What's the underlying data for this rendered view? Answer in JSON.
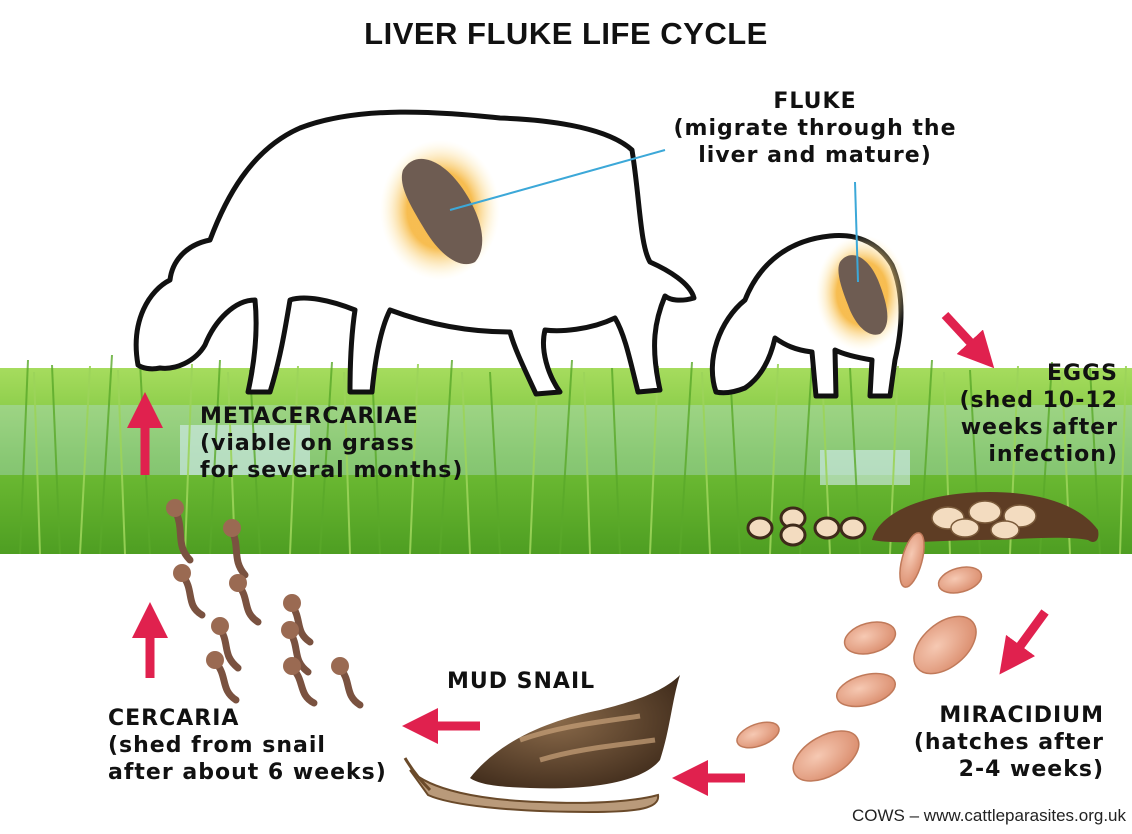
{
  "title": "LIVER FLUKE LIFE CYCLE",
  "stages": {
    "fluke": {
      "name": "FLUKE",
      "desc": [
        "(migrate through the",
        "liver and mature)"
      ]
    },
    "eggs": {
      "name": "EGGS",
      "desc": [
        "(shed 10-12",
        "weeks after",
        "infection)"
      ]
    },
    "miracidium": {
      "name": "MIRACIDIUM",
      "desc": [
        "(hatches after",
        "2-4 weeks)"
      ]
    },
    "mud_snail": {
      "name": "MUD SNAIL"
    },
    "cercaria": {
      "name": "CERCARIA",
      "desc": [
        "(shed from snail",
        "after about 6 weeks)"
      ]
    },
    "metacercariae": {
      "name": "METACERCARIAE",
      "desc": [
        "(viable on grass",
        "for several months)"
      ]
    }
  },
  "credit": "COWS – www.cattleparasites.org.uk",
  "colors": {
    "arrow": "#e0214e",
    "grass": "#7cc63a",
    "fluke": "#6e5c52",
    "glow": "#f6b63e",
    "pointer_line": "#3ca8d8",
    "snail_shell": "#5a3f2a",
    "larva": "#e8a98a"
  }
}
